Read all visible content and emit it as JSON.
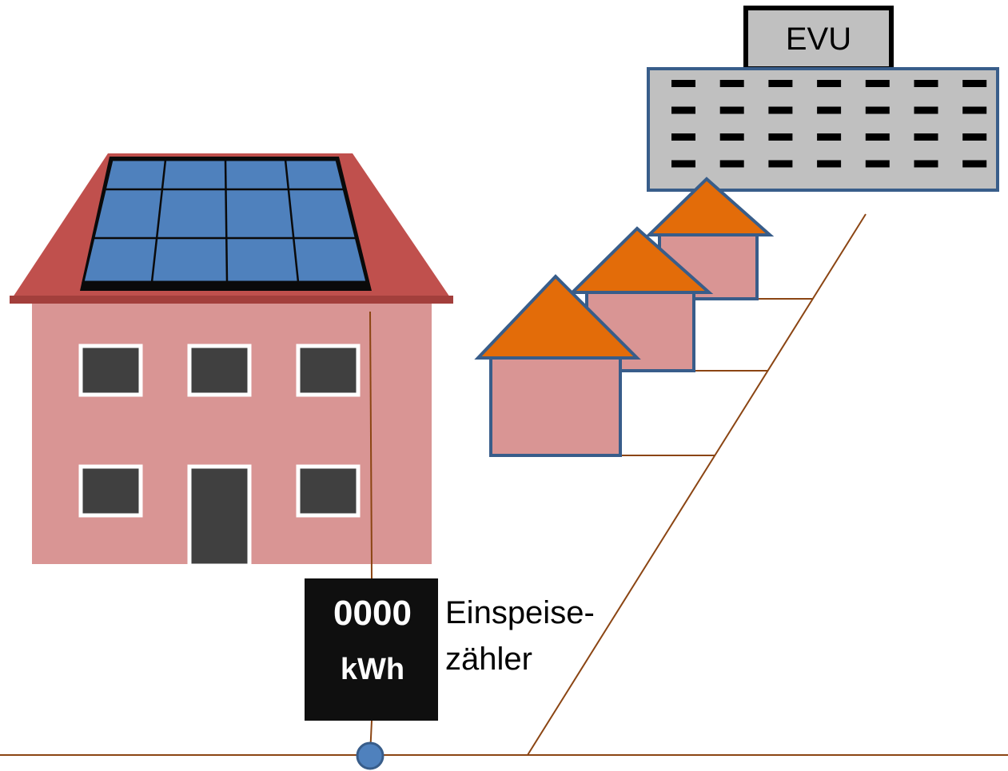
{
  "utility": {
    "label": "EVU"
  },
  "meter": {
    "reading": "0000",
    "unit": "kWh",
    "caption_line1": "Einspeise-",
    "caption_line2": "zähler"
  },
  "colors": {
    "house_wall": "#d99594",
    "roof_main": "#c0504d",
    "roof_small": "#e36c09",
    "solar_panel": "#4f81bd",
    "window": "#404040",
    "building": "#c0c0c0",
    "building_outline": "#385d8a",
    "wire": "#8b4513",
    "connection_point": "#4f81bd"
  }
}
